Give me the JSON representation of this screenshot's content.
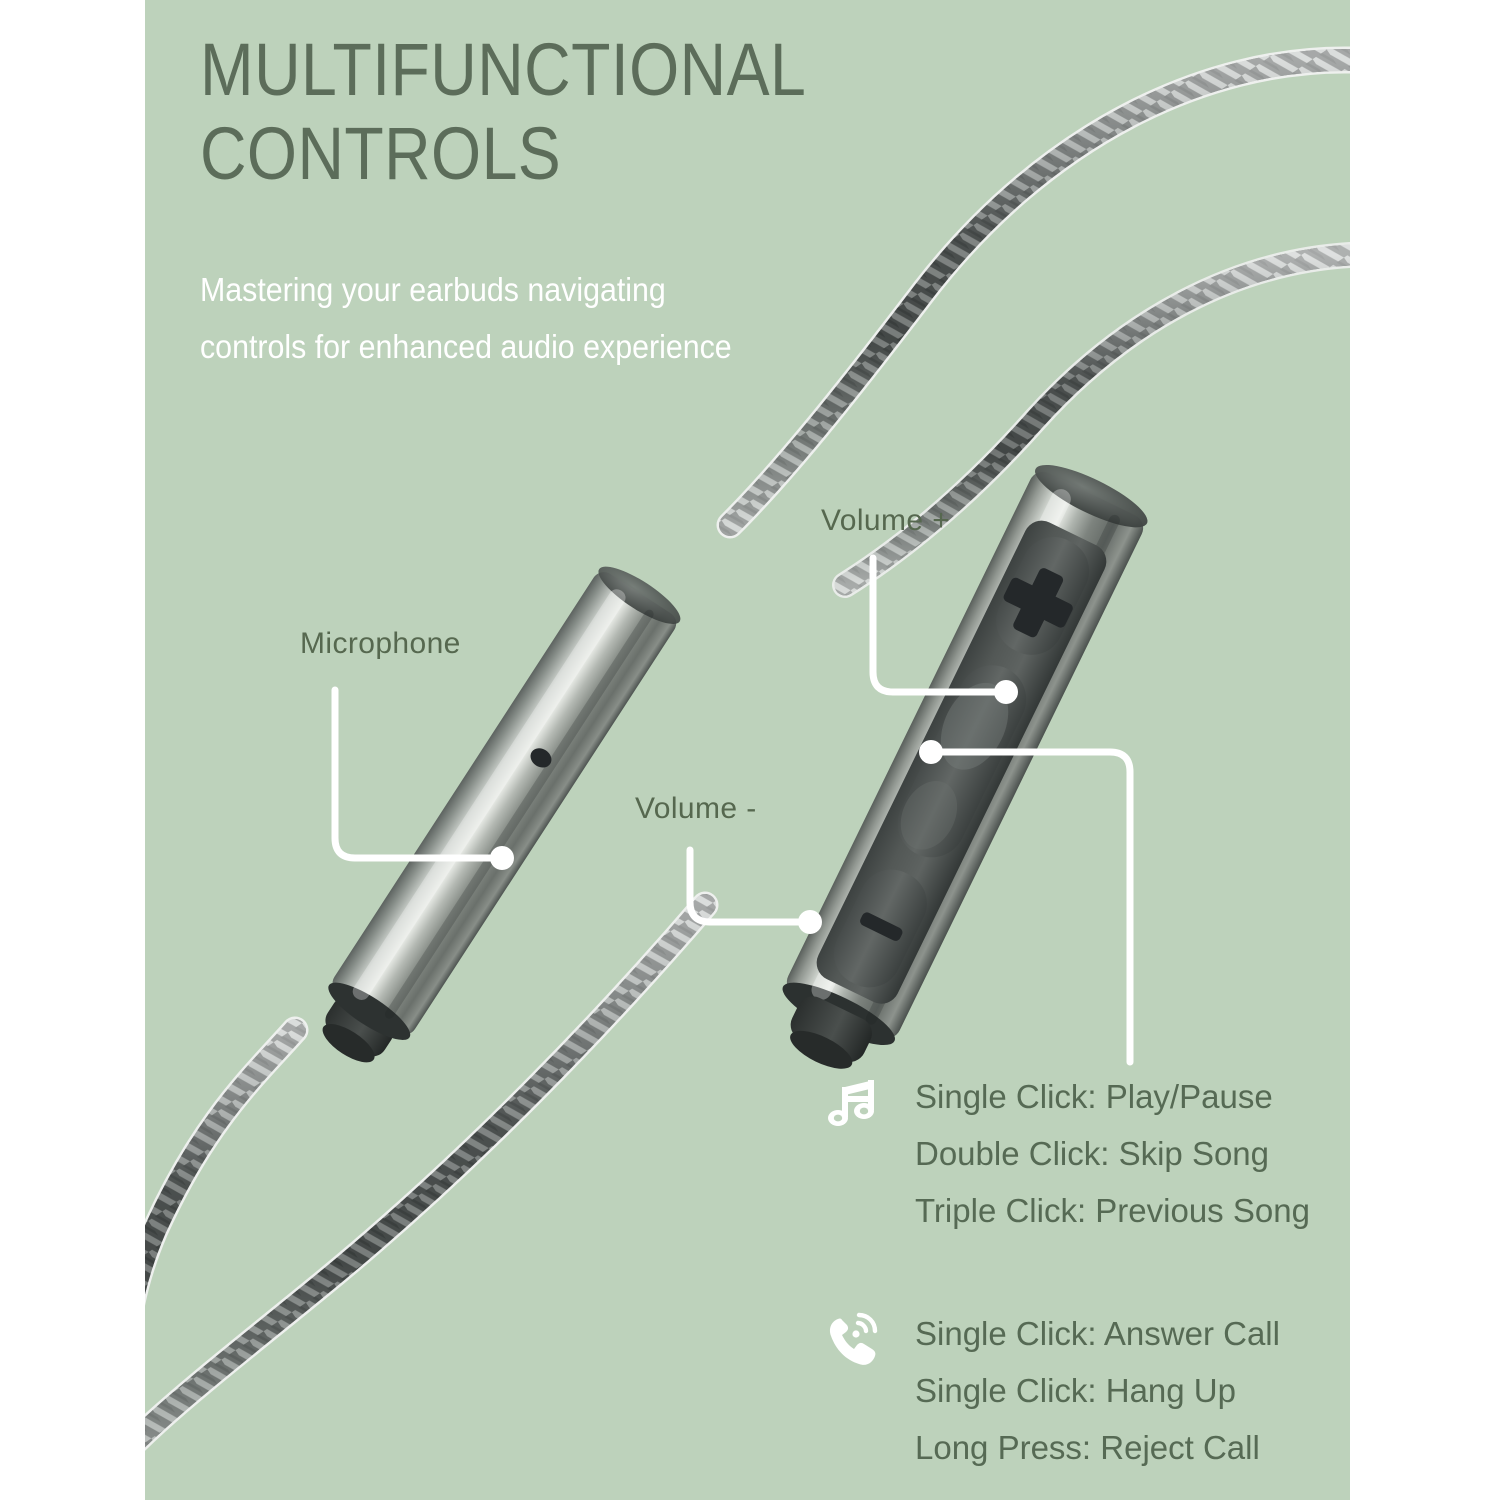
{
  "page": {
    "background_color": "#ffffff",
    "panel_color": "#bdd2bb",
    "heading_color": "#5c6d5a",
    "subtitle_color": "#ffffff",
    "body_text_color": "#566a54",
    "leader_line_color": "#ffffff",
    "metal_color": "#8e9590"
  },
  "header": {
    "title": "MULTIFUNCTIONAL\nCONTROLS",
    "subtitle": "Mastering your earbuds navigating\ncontrols for enhanced audio experience"
  },
  "callouts": {
    "microphone": "Microphone",
    "volume_up": "Volume +",
    "volume_down": "Volume -"
  },
  "features": {
    "music": {
      "icon": "music-note-icon",
      "lines": [
        "Single Click: Play/Pause",
        "Double Click: Skip Song",
        "Triple Click: Previous Song"
      ]
    },
    "call": {
      "icon": "phone-ringing-icon",
      "lines": [
        "Single Click: Answer Call",
        "Single Click: Hang Up",
        "Long Press: Reject Call"
      ]
    }
  },
  "product": {
    "buttons": {
      "volume_up_symbol": "+",
      "volume_down_symbol": "-",
      "play_pause": "play-pause-button"
    }
  }
}
